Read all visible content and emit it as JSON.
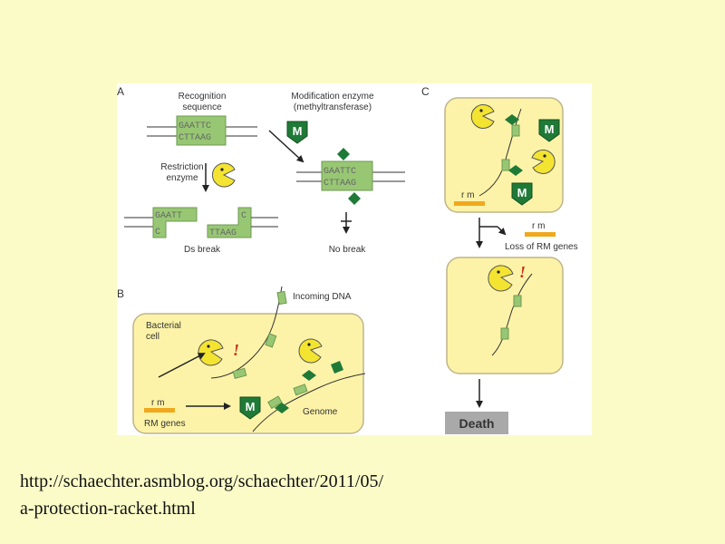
{
  "figure": {
    "panel_a": {
      "label": "A",
      "recognition_line1": "Recognition",
      "recognition_line2": "sequence",
      "modification_line1": "Modification enzyme",
      "modification_line2": "(methyltransferase)",
      "restriction_line1": "Restriction",
      "restriction_line2": "enzyme",
      "seq_top": "GAATTC",
      "seq_bottom": "CTTAAG",
      "cut_left_top": "GAATT",
      "cut_left_bottom": "C",
      "cut_right_top": "C",
      "cut_right_bottom": "TTAAG",
      "ds_break": "Ds break",
      "no_break": "No break",
      "m_letter": "M"
    },
    "panel_b": {
      "label": "B",
      "incoming_dna": "Incoming DNA",
      "bacterial_line1": "Bacterial",
      "bacterial_line2": "cell",
      "rm_letters": "r m",
      "rm_genes": "RM genes",
      "genome": "Genome",
      "exclaim": "!",
      "m_letter": "M"
    },
    "panel_c": {
      "label": "C",
      "rm_letters_cell": "r m",
      "rm_letters_lost": "r m",
      "loss_label": "Loss of RM genes",
      "exclaim": "!",
      "death": "Death",
      "m_letter": "M"
    }
  },
  "source_url_line1": "http://schaechter.asmblog.org/schaechter/2011/05/",
  "source_url_line2": "a-protection-racket.html",
  "colors": {
    "page_background": "#fbfbc8",
    "cell_fill": "#fdf3a8",
    "cell_border": "#bfb48a",
    "dna_box": "#98c774",
    "methylase_green": "#1f7a37",
    "enzyme_yellow": "#f4e432",
    "rm_gene_orange": "#f0a81e",
    "exclaim_red": "#cc2a1a",
    "death_box": "#a9a9a9"
  }
}
